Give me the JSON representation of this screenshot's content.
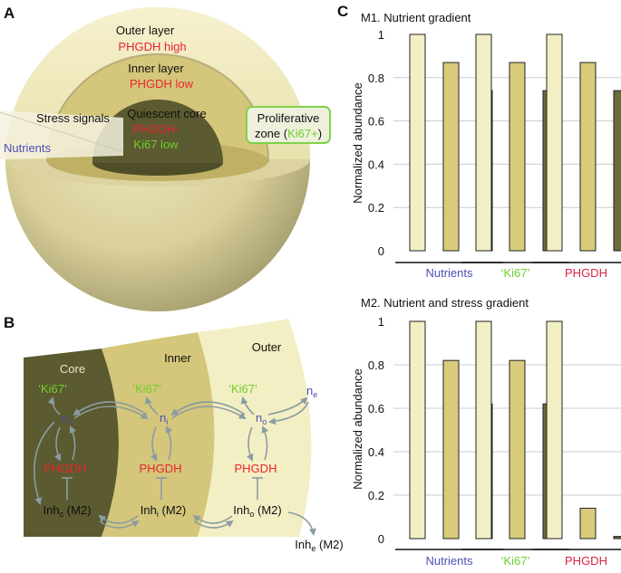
{
  "panels": {
    "a": "A",
    "b": "B",
    "c": "C"
  },
  "sphere": {
    "outer_title": "Outer layer",
    "outer_marker": "PHGDH high",
    "inner_title": "Inner layer",
    "inner_marker": "PHGDH low",
    "core_title": "Quiescent core",
    "core_marker_1": "PHGDH-",
    "core_marker_2": "Ki67 low",
    "stress": "Stress signals",
    "nutrients": "Nutrients",
    "prolif_line1": "Proliferative",
    "prolif_line2a": "zone (",
    "prolif_line2b": "Ki67+",
    "prolif_line2c": ")"
  },
  "network": {
    "core": "Core",
    "inner": "Inner",
    "outer": "Outer",
    "ki67": "‘Ki67’",
    "n": "n",
    "n_c_sub": "c",
    "n_i_sub": "i",
    "n_o_sub": "o",
    "n_e_sub": "e",
    "phgdh": "PHGDH",
    "inh": "Inh",
    "m2": "(M2)"
  },
  "colors": {
    "pale": "#f3efc4",
    "mid": "#d8cb7c",
    "dark": "#6c6b3b",
    "core_dark": "#5b5a30",
    "arrow": "#8a9ca3",
    "label_blue": "#4a4fb5",
    "label_green": "#6fd02a",
    "label_red": "#e8252f"
  },
  "chart_data": [
    {
      "type": "bar",
      "title": "M1. Nutrient gradient",
      "ylabel": "Normalized abundance",
      "ylim": [
        0,
        1
      ],
      "yticks": [
        "0",
        "0.2",
        "0.4",
        "0.6",
        "0.8",
        "1"
      ],
      "grid": true,
      "groups": [
        "Nutrients",
        "‘Ki67’",
        "PHGDH"
      ],
      "series": [
        {
          "values": [
            1.0,
            1.0,
            1.0
          ]
        },
        {
          "values": [
            0.87,
            0.87,
            0.87
          ]
        },
        {
          "values": [
            0.74,
            0.74,
            0.74
          ]
        }
      ]
    },
    {
      "type": "bar",
      "title": "M2. Nutrient and stress gradient",
      "ylabel": "Normalized abundance",
      "ylim": [
        0,
        1
      ],
      "yticks": [
        "0",
        "0.2",
        "0.4",
        "0.6",
        "0.8",
        "1"
      ],
      "grid": true,
      "groups": [
        "Nutrients",
        "‘Ki67’",
        "PHGDH"
      ],
      "series": [
        {
          "values": [
            1.0,
            1.0,
            1.0
          ]
        },
        {
          "values": [
            0.82,
            0.82,
            0.14
          ]
        },
        {
          "values": [
            0.62,
            0.62,
            0.01
          ]
        }
      ]
    }
  ]
}
